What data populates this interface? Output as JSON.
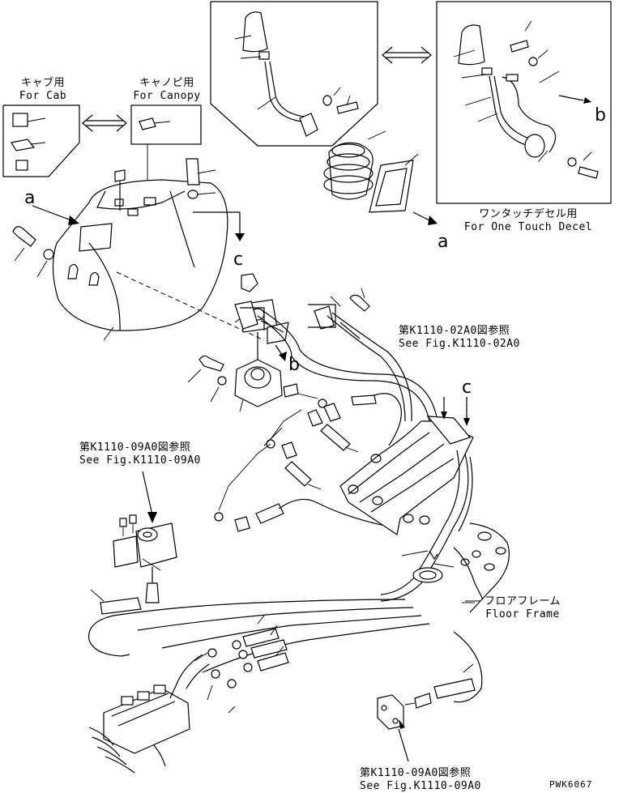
{
  "labels": {
    "cab_jp": "キャブ用",
    "cab_en": "For Cab",
    "canopy_jp": "キャノピ用",
    "canopy_en": "For Canopy",
    "one_touch_jp": "ワンタッチデセル用",
    "one_touch_en": "For One Touch Decel",
    "ref_02a0_jp": "第K1110-02A0図参照",
    "ref_02a0_en": "See Fig.K1110-02A0",
    "ref_09a0_top_jp": "第K1110-09A0図参照",
    "ref_09a0_top_en": "See Fig.K1110-09A0",
    "ref_09a0_bot_jp": "第K1110-09A0図参照",
    "ref_09a0_bot_en": "See Fig.K1110-09A0",
    "floor_frame_jp": "フロアフレーム",
    "floor_frame_en": "Floor Frame",
    "drawing_no": "PWK6067"
  },
  "callouts": {
    "a_left": "a",
    "a_right": "a",
    "b_right": "b",
    "b_center": "b",
    "c_left": "c",
    "c_right": "c"
  }
}
